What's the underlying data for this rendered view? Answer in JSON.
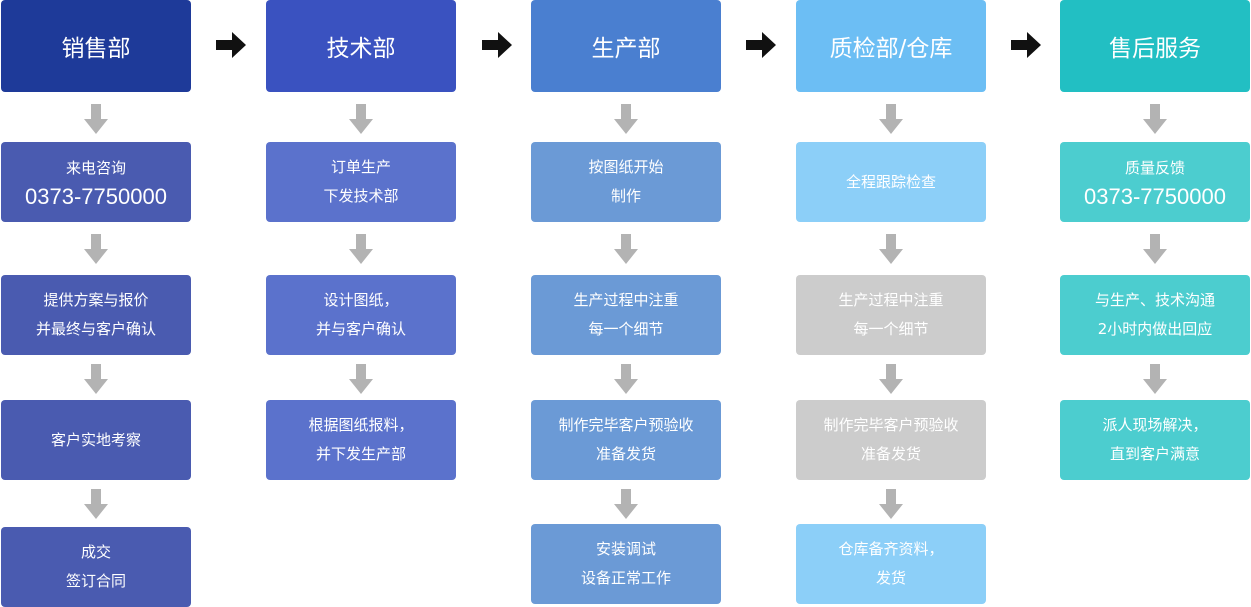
{
  "colors": {
    "sales_head": "#1e3a99",
    "sales_step": "#4a5bb0",
    "tech_head": "#3a52c0",
    "tech_step": "#5b72cc",
    "prod_head": "#4a7fd0",
    "prod_step": "#6b9ad6",
    "qc_head": "#6cbef4",
    "qc_step": "#8ccff8",
    "qc_gray": "#cccccc",
    "after_head": "#22bfc3",
    "after_step": "#4ccdcf",
    "arrow_gray": "#b3b3b3",
    "arrow_black": "#111111"
  },
  "columns": [
    {
      "title": "销售部",
      "steps": [
        {
          "lines": [
            "来电咨询"
          ],
          "phone": "0373-7750000"
        },
        {
          "lines": [
            "提供方案与报价",
            "并最终与客户确认"
          ]
        },
        {
          "lines": [
            "客户实地考察"
          ]
        },
        {
          "lines": [
            "成交",
            "签订合同"
          ]
        }
      ]
    },
    {
      "title": "技术部",
      "steps": [
        {
          "lines": [
            "订单生产",
            "下发技术部"
          ]
        },
        {
          "lines": [
            "设计图纸，",
            "并与客户确认"
          ]
        },
        {
          "lines": [
            "根据图纸报料，",
            "并下发生产部"
          ]
        }
      ]
    },
    {
      "title": "生产部",
      "steps": [
        {
          "lines": [
            "按图纸开始",
            "制作"
          ]
        },
        {
          "lines": [
            "生产过程中注重",
            "每一个细节"
          ]
        },
        {
          "lines": [
            "制作完毕客户预验收",
            "准备发货"
          ]
        },
        {
          "lines": [
            "安装调试",
            "设备正常工作"
          ]
        }
      ]
    },
    {
      "title": "质检部/仓库",
      "steps": [
        {
          "lines": [
            "全程跟踪检查"
          ]
        },
        {
          "lines": [
            "生产过程中注重",
            "每一个细节"
          ]
        },
        {
          "lines": [
            "制作完毕客户预验收",
            "准备发货"
          ]
        },
        {
          "lines": [
            "仓库备齐资料，",
            "发货"
          ]
        }
      ]
    },
    {
      "title": "售后服务",
      "steps": [
        {
          "lines": [
            "质量反馈"
          ],
          "phone": "0373-7750000"
        },
        {
          "lines": [
            "与生产、技术沟通",
            "2小时内做出回应"
          ]
        },
        {
          "lines": [
            "派人现场解决，",
            "直到客户满意"
          ]
        }
      ]
    }
  ]
}
